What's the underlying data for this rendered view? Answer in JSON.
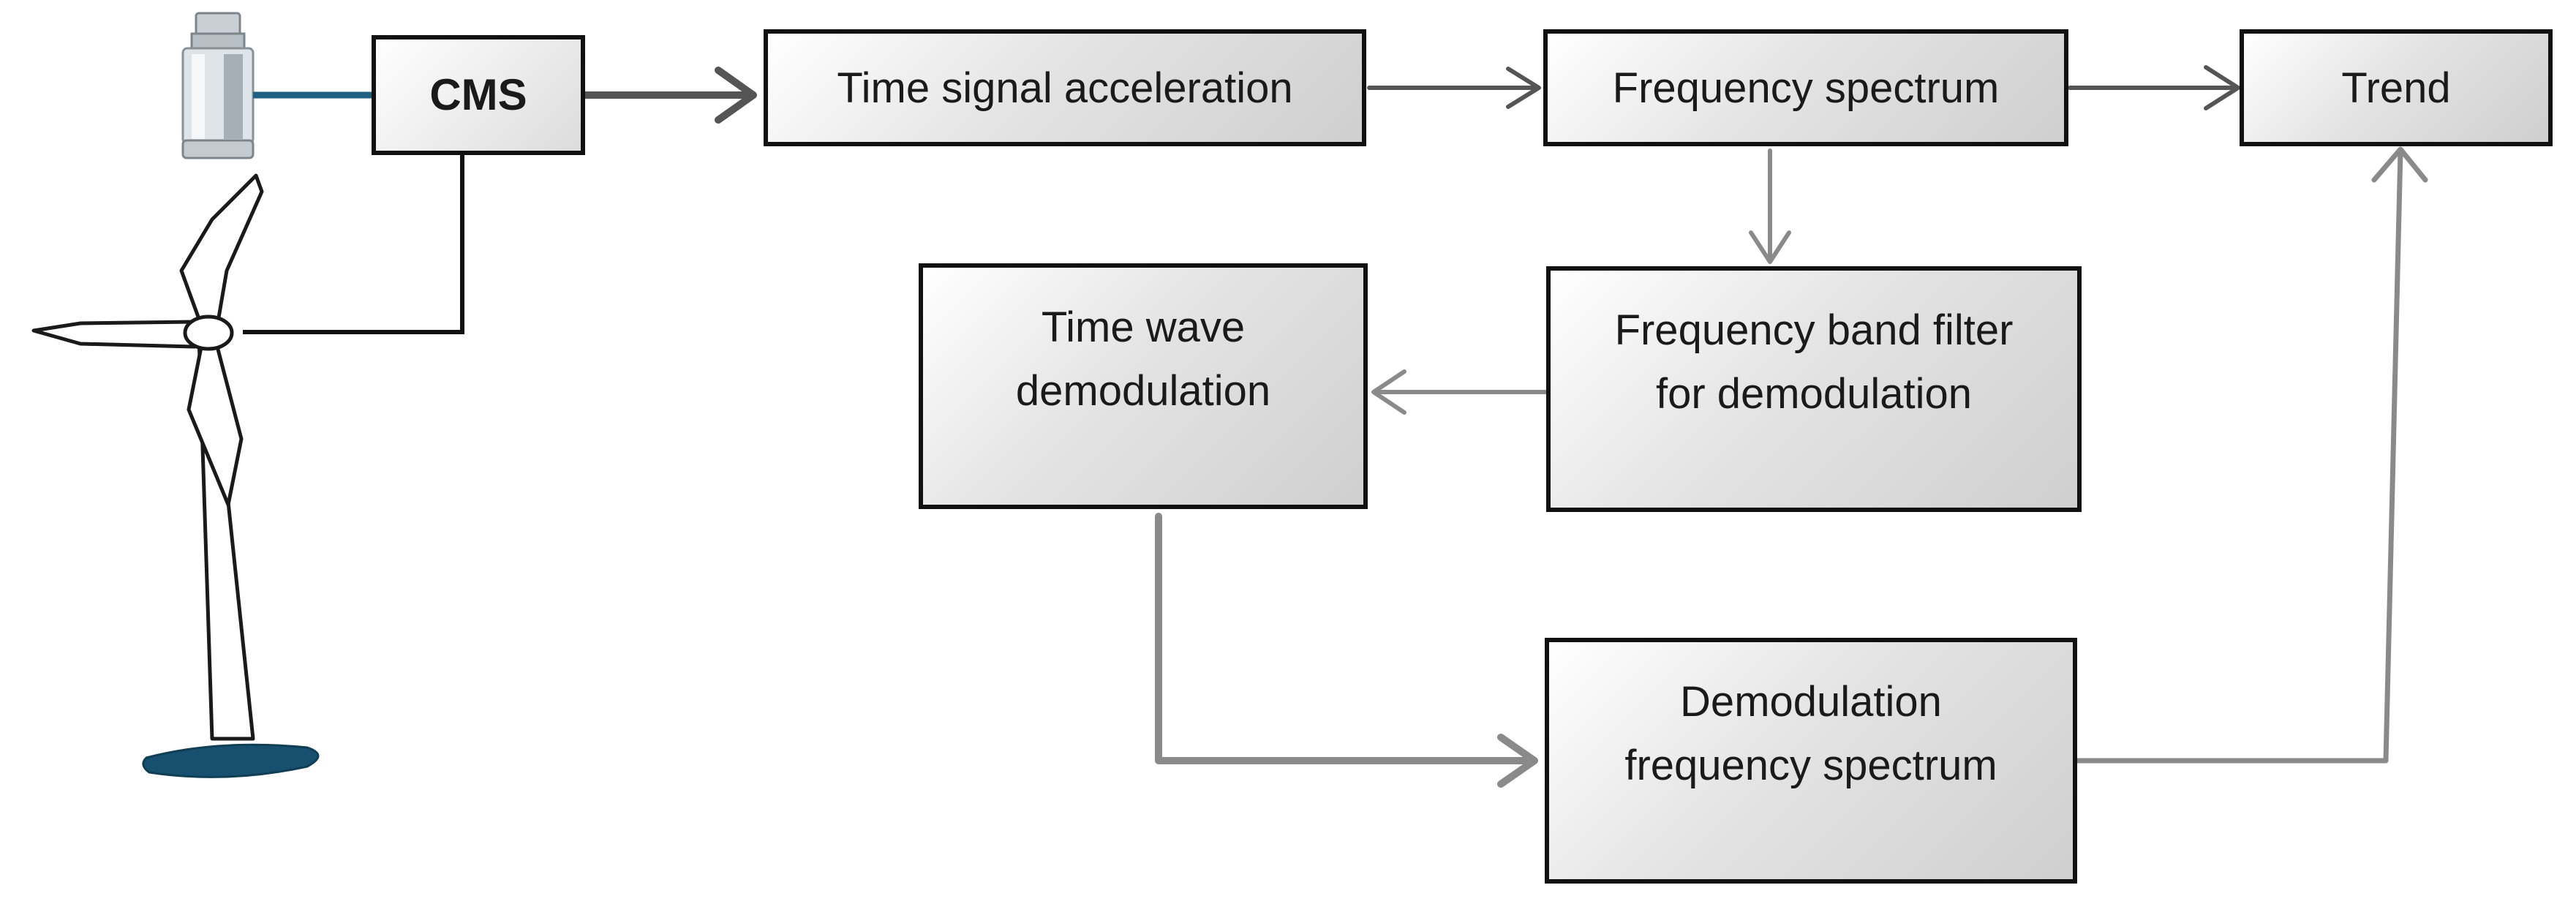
{
  "diagram": {
    "nodes": {
      "cms": "CMS",
      "time_signal": "Time signal acceleration",
      "freq_spectrum": "Frequency spectrum",
      "trend": "Trend",
      "band_filter": "Frequency band filter\nfor demodulation",
      "time_wave": "Time wave\ndemodulation",
      "demod_spectrum": "Demodulation\nfrequency spectrum"
    },
    "icons": {
      "sensor": "vibration-sensor-icon",
      "turbine": "wind-turbine-icon"
    },
    "colors": {
      "box_border": "#111111",
      "arrow_dark": "#555555",
      "arrow_light": "#8a8a8a",
      "sensor_cable": "#1f5f80",
      "foundation": "#16506e"
    }
  }
}
